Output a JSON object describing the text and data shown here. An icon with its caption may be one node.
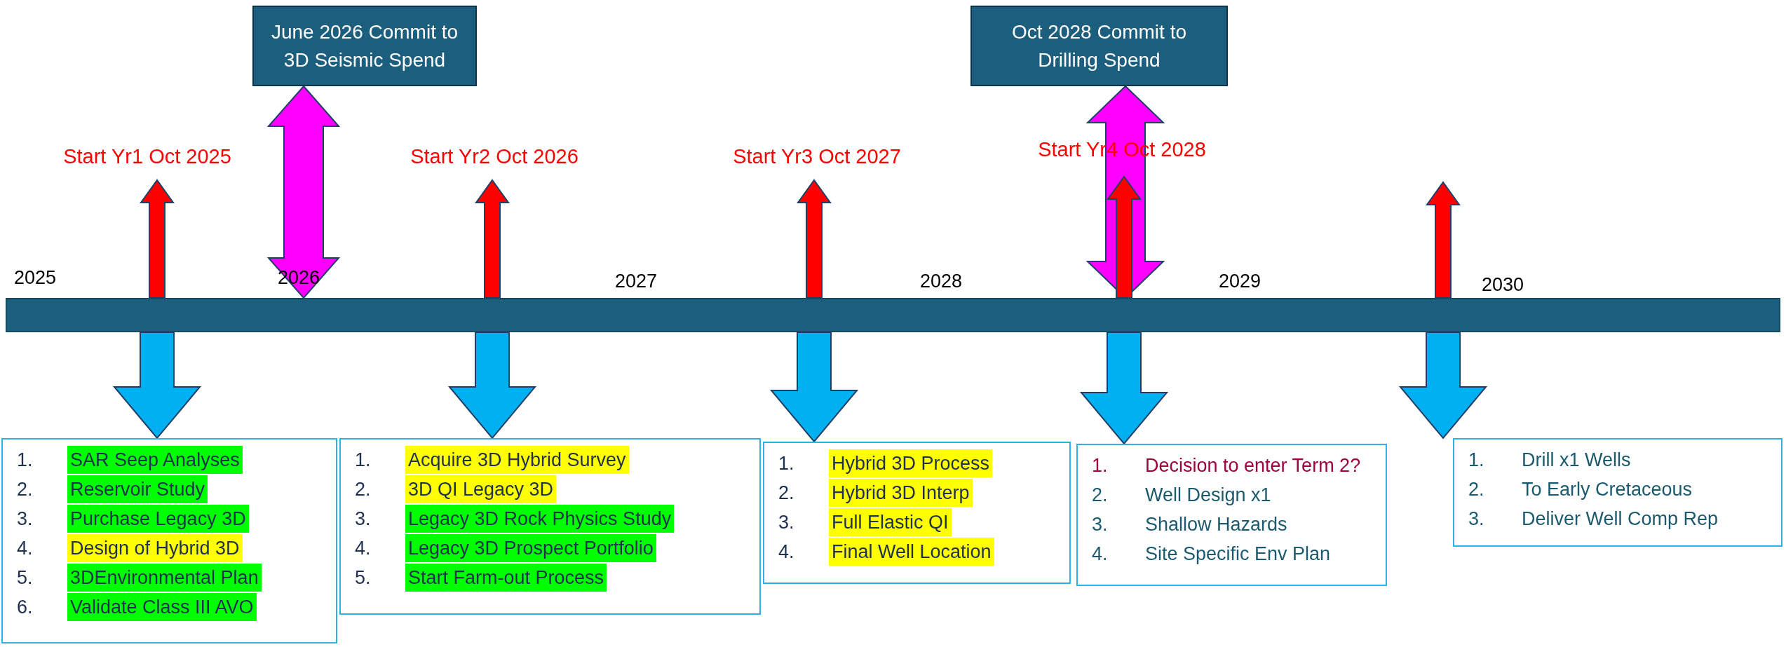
{
  "diagram": {
    "nodes": [
      {
        "text": [
          "June 2026 Commit to 3D Seismic Spend"
        ]
      },
      {
        "text": [
          "Oct 2028 Commit to Drilling Spend"
        ]
      },
      {
        "text": [
          "Start Yr1 Oct 2025"
        ]
      },
      {
        "text": [
          "Start Yr2 Oct 2026"
        ]
      },
      {
        "text": [
          "Start Yr3 Oct 2027"
        ]
      },
      {
        "text": [
          "Start Yr4 Oct 2028"
        ]
      },
      {
        "text": [],
        "shape": "bar",
        "beside": [
          "2025",
          "2026",
          "2027",
          "2028",
          "2029",
          "2030"
        ]
      },
      {
        "text": [
          "1.",
          "SAR Seep Analyses",
          "2.",
          "Reservoir Study",
          "3.",
          "Purchase Legacy 3D",
          "4.",
          "Design of Hybrid 3D",
          "5.",
          "3DEnvironmental Plan",
          "6.",
          "Validate Class III AVO"
        ]
      },
      {
        "text": [
          "1.",
          "Acquire 3D Hybrid Survey",
          "2.",
          "3D QI Legacy 3D",
          "3.",
          "Legacy 3D Rock Physics Study",
          "4.",
          "Legacy 3D Prospect Portfolio",
          "5.",
          "Start Farm-out Process"
        ]
      },
      {
        "text": [
          "1.",
          "Hybrid 3D Process",
          "2.",
          "Hybrid 3D Interp",
          "3.",
          "Full Elastic QI",
          "4.",
          "Final Well Location"
        ]
      },
      {
        "text": [
          "1.",
          "Decision to enter Term 2?",
          "2.",
          "Well Design x1",
          "3.",
          "Shallow Hazards",
          "4.",
          "Site Specific Env Plan"
        ]
      },
      {
        "text": [
          "1.",
          "Drill x1 Wells",
          "2.",
          "To Early Cretaceous",
          "3.",
          "Deliver Well Comp Rep"
        ]
      }
    ],
    "edges": [
      {
        "from": 0,
        "to": 6,
        "arrow": "both",
        "color": "#ff00ff"
      },
      {
        "from": 1,
        "to": 6,
        "arrow": "both",
        "color": "#ff00ff"
      },
      {
        "from": 6,
        "to": 2,
        "arrow": "to",
        "color": "#ff0000"
      },
      {
        "from": 6,
        "to": 3,
        "arrow": "to",
        "color": "#ff0000"
      },
      {
        "from": 6,
        "to": 4,
        "arrow": "to",
        "color": "#ff0000"
      },
      {
        "from": 6,
        "to": 5,
        "arrow": "to",
        "color": "#ff0000"
      },
      {
        "from": 6,
        "to": null,
        "arrow": "to",
        "color": "#ff0000"
      },
      {
        "from": 6,
        "to": 7,
        "arrow": "to"
      },
      {
        "from": 6,
        "to": 8,
        "arrow": "to"
      },
      {
        "from": 6,
        "to": 9,
        "arrow": "to"
      },
      {
        "from": 6,
        "to": 10,
        "arrow": "to"
      },
      {
        "from": 6,
        "to": 11,
        "arrow": "to"
      }
    ]
  }
}
